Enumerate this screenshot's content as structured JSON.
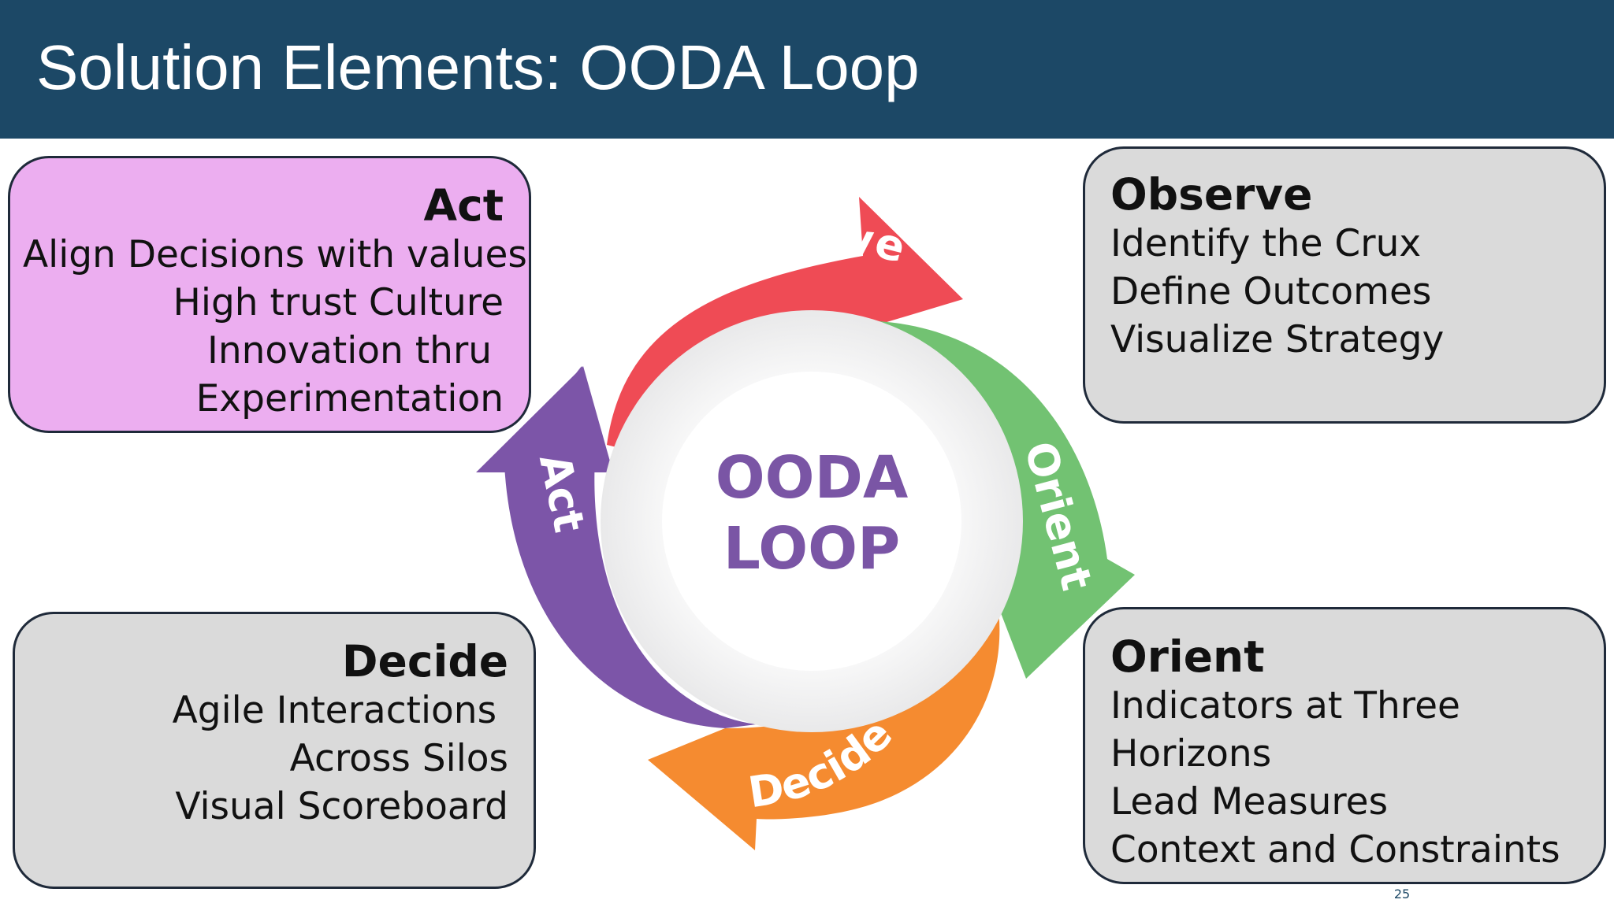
{
  "slide": {
    "title": "Solution Elements: OODA Loop",
    "page_number": "25"
  },
  "cycle": {
    "center_line1": "OODA",
    "center_line2": "LOOP",
    "arrows": [
      {
        "label": "Observe",
        "color": "#ef4b55"
      },
      {
        "label": "Orient",
        "color": "#72c272"
      },
      {
        "label": "Decide",
        "color": "#f58b30"
      },
      {
        "label": "Act",
        "color": "#7c55a8"
      }
    ]
  },
  "boxes": {
    "act": {
      "title": "Act",
      "lines": [
        "Align Decisions with values",
        "High trust Culture",
        "Innovation thru ",
        "Experimentation"
      ],
      "color": "#ecaef0"
    },
    "observe": {
      "title": "Observe",
      "lines": [
        "Identify the Crux",
        "Define Outcomes",
        "Visualize Strategy"
      ],
      "color": "#dadada"
    },
    "decide": {
      "title": "Decide",
      "lines": [
        "Agile Interactions ",
        "Across Silos",
        "Visual Scoreboard"
      ],
      "color": "#dadada"
    },
    "orient": {
      "title": "Orient",
      "lines": [
        "Indicators at Three",
        "Horizons",
        "Lead Measures",
        "Context and Constraints"
      ],
      "color": "#dadada"
    }
  }
}
